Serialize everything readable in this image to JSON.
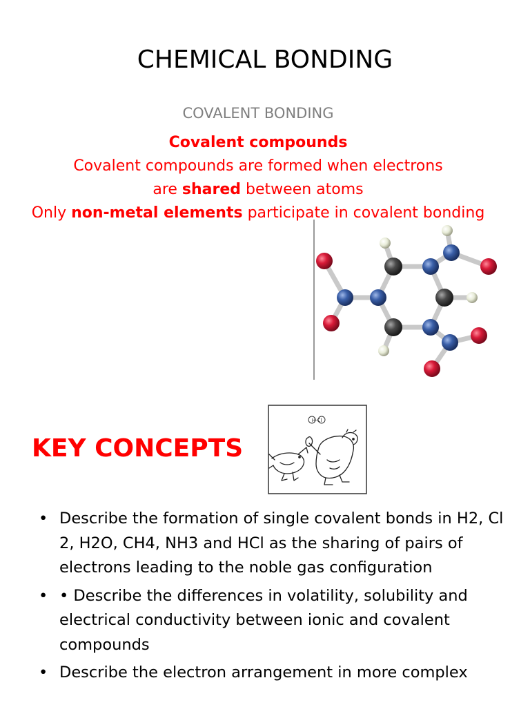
{
  "slide": {
    "title": "CHEMICAL BONDING",
    "subtitle": "COVALENT BONDING",
    "red_text": {
      "heading": "Covalent compounds",
      "line1": "Covalent compounds are formed when electrons",
      "line2_pre": "are ",
      "line2_bold": "shared",
      "line2_post": " between atoms",
      "line3_pre": "Only ",
      "line3_bold": "non-metal elements",
      "line3_post": " participate in covalent bonding"
    },
    "key_concepts": "KEY CONCEPTS",
    "cartoon_caption": "H-Cl",
    "bullet_marker": "•",
    "bullets": [
      "Describe the formation of single covalent bonds in H2, Cl 2, H2O, CH4, NH3 and HCl as the sharing of pairs of electrons leading to the noble gas configuration",
      "• Describe the differences in volatility, solubility and electrical conductivity between ionic and covalent compounds",
      "Describe the electron arrangement in more complex"
    ]
  },
  "colors": {
    "accent_red": "#ff0000",
    "subtitle_gray": "#7f7f7f",
    "oxygen": "#d81a38",
    "nitrogen": "#3a5fa8",
    "carbon": "#4a4a4a",
    "hydrogen": "#e8ecd8"
  }
}
